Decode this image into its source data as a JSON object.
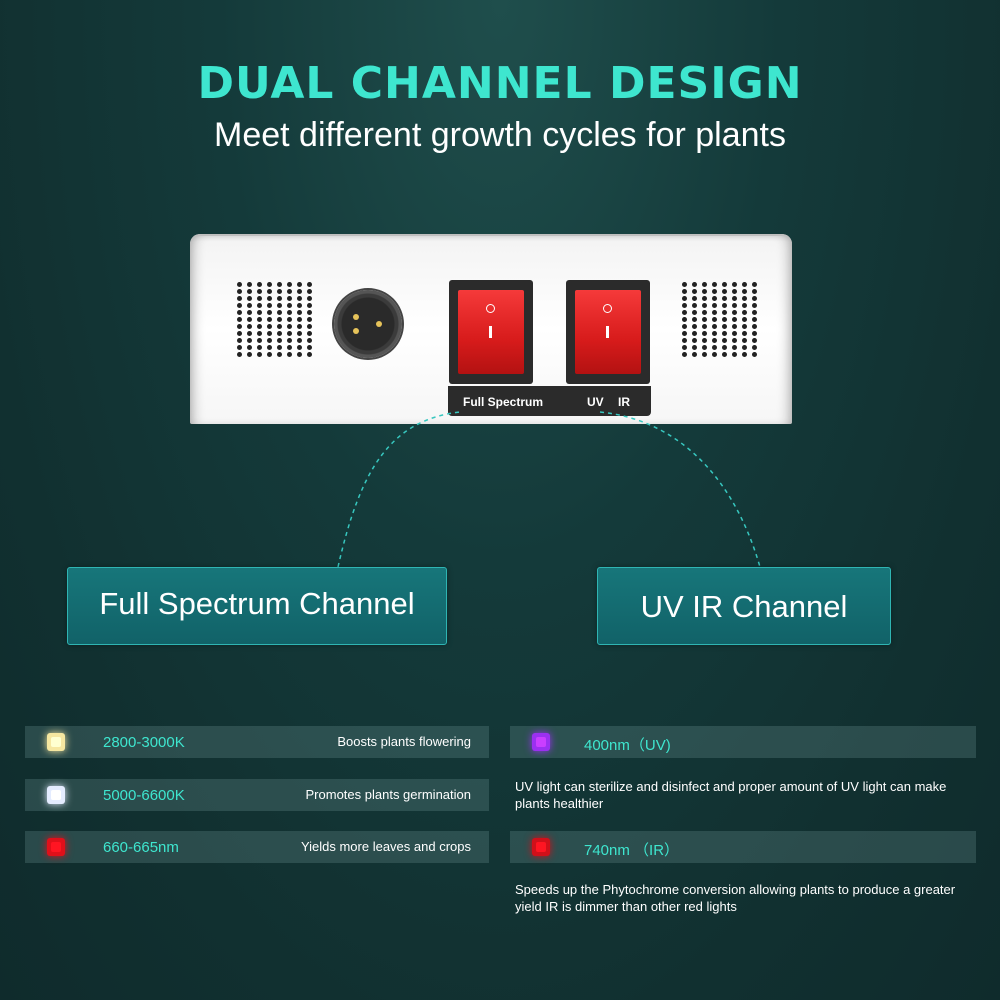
{
  "header": {
    "title": "DUAL CHANNEL DESIGN",
    "subtitle": "Meet different growth cycles for plants"
  },
  "device": {
    "switch_labels": {
      "full": "Full Spectrum",
      "uv": "UV",
      "ir": "IR"
    }
  },
  "channels": {
    "full": "Full Spectrum Channel",
    "uvir": "UV IR Channel"
  },
  "full_spectrum": [
    {
      "label": "2800-3000K",
      "desc": "Boosts plants flowering",
      "color": "#f6e7a0"
    },
    {
      "label": "5000-6600K",
      "desc": "Promotes plants germination",
      "color": "#e4ecff"
    },
    {
      "label": "660-665nm",
      "desc": "Yields more leaves and crops",
      "color": "#e0101a"
    }
  ],
  "uv_ir": [
    {
      "label": "400nm（UV)",
      "desc": "UV light can sterilize and disinfect and proper amount of UV light can make plants healthier",
      "color": "#9b30f0"
    },
    {
      "label": "740nm （IR）",
      "desc": "Speeds up the Phytochrome conversion allowing plants to produce a greater yield IR is dimmer than other red lights",
      "color": "#d0101a"
    }
  ],
  "colors": {
    "accent": "#3ee6cf",
    "channel_bg": "#157078"
  }
}
